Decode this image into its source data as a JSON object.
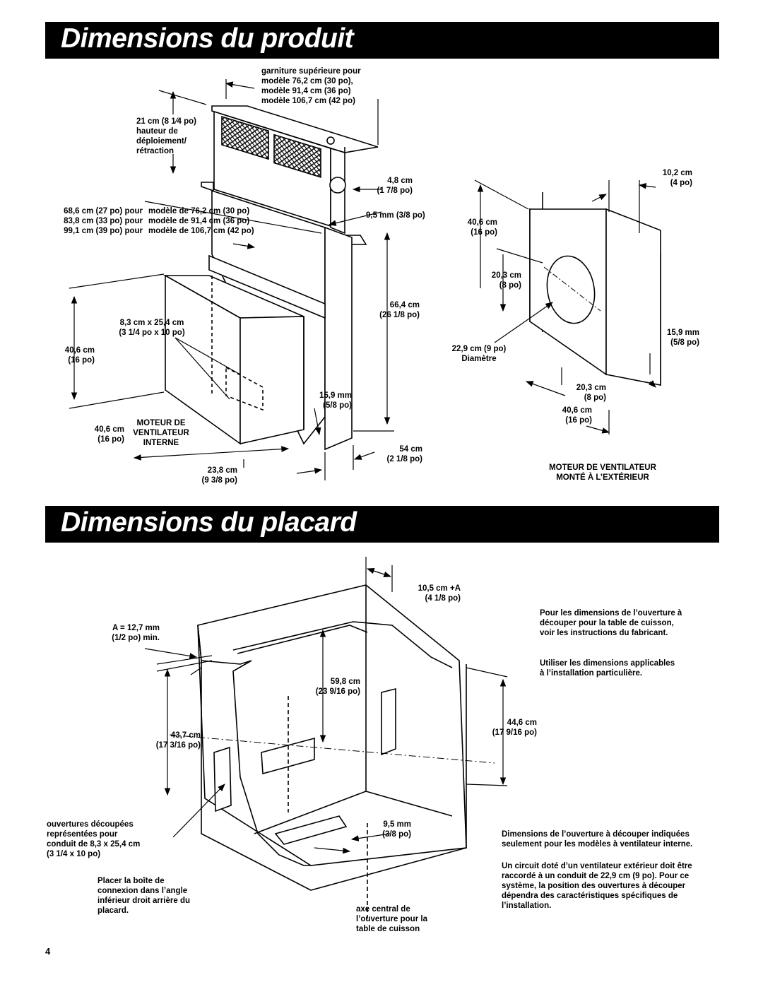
{
  "sections": {
    "product_title": "Dimensions du produit",
    "cabinet_title": "Dimensions du placard"
  },
  "product": {
    "top_trim": "garniture supérieure pour\nmodèle 76,2 cm (30 po),\nmodèle 91,4 cm (36 po)\nmodèle 106,7 cm (42 po)",
    "deploy_height": "21 cm (8 1⁄4 po)\nhauteur de\ndéploiement/\nrétraction",
    "widths_left": "68,6 cm (27 po) pour\n83,8 cm (33 po) pour\n99,1 cm (39 po) pour",
    "widths_right": "modèle de 76,2 cm (30 po)\nmodèle de 91,4 cm (36 po)\nmodèle de 106,7 cm (42 po)",
    "dim_4_8": "4,8 cm\n(1 7/8 po)",
    "dim_9_5": "9,5 mm (3/8 po)",
    "dim_66_4": "66,4 cm\n(26 1/8 po)",
    "dim_8_3": "8,3 cm x 25,4 cm\n(3 1/4 po x 10 po)",
    "dim_40_6_a": "40,6 cm\n(16 po)",
    "dim_15_9": "15,9 mm\n(5/8 po)",
    "motor_internal": "MOTEUR DE\nVENTILATEUR\nINTERNE",
    "dim_40_6_b": "40,6 cm\n(16 po)",
    "dim_54": "54 cm\n(2 1/8 po)",
    "dim_23_8": "23,8 cm\n(9 3/8 po)",
    "ext_10_2": "10,2 cm\n(4 po)",
    "ext_40_6_a": "40,6 cm\n(16 po)",
    "ext_20_3_a": "20,3 cm\n(8 po)",
    "ext_15_9": "15,9 mm\n(5/8 po)",
    "ext_22_9": "22,9 cm (9 po)\nDiamètre",
    "ext_20_3_b": "20,3 cm\n(8 po)",
    "ext_40_6_b": "40,6 cm\n(16 po)",
    "motor_external": "MOTEUR DE VENTILATEUR\nMONTÉ À L’EXTÉRIEUR"
  },
  "cabinet": {
    "dim_10_5": "10,5 cm +A\n(4 1/8 po)",
    "dim_a": "A = 12,7 mm\n(1/2 po) min.",
    "dim_59_8": "59,8 cm\n(23 9/16 po)",
    "dim_43_7": "43,7 cm\n(17 3/16 po)",
    "dim_44_6": "44,6 cm\n(17 9/16 po)",
    "dim_9_5": "9,5 mm\n(3/8 po)",
    "cutouts": "ouvertures découpées\nreprésentées pour\nconduit de 8,3 x 25,4 cm\n(3 1/4 x 10 po)",
    "junction_box": "Placer la boîte de\nconnexion dans l’angle\ninférieur droit arrière du\nplacard.",
    "centerline": "axe central de\nl’ouverture pour la\ntable de cuisson",
    "note_1": "Pour les dimensions de l’ouverture à découper pour la table de cuisson, voir les instructions du fabricant.",
    "note_2": "Utiliser les dimensions applicables à l’installation particulière.",
    "note_3": "Dimensions de l’ouverture à découper indiquées seulement pour les modèles à ventilateur interne.",
    "note_4": "Un circuit doté d’un ventilateur extérieur doit être raccordé à un conduit de 22,9 cm (9 po). Pour ce système, la position des ouvertures à découper dépendra des caractéristiques spécifiques de l’installation."
  },
  "page_number": "4"
}
